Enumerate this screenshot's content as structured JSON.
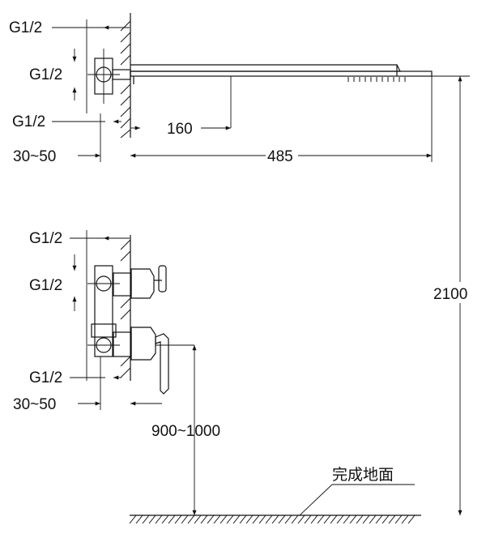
{
  "labels": {
    "top_thread_1": "G1/2",
    "top_thread_2": "G1/2",
    "top_thread_3": "G1/2",
    "top_depth": "30~50",
    "top_dim_160": "160",
    "top_dim_485": "485",
    "bottom_thread_1": "G1/2",
    "bottom_thread_2": "G1/2",
    "bottom_thread_3": "G1/2",
    "bottom_depth": "30~50",
    "height_valve": "900~1000",
    "height_total": "2100",
    "floor_label": "完成地面"
  }
}
